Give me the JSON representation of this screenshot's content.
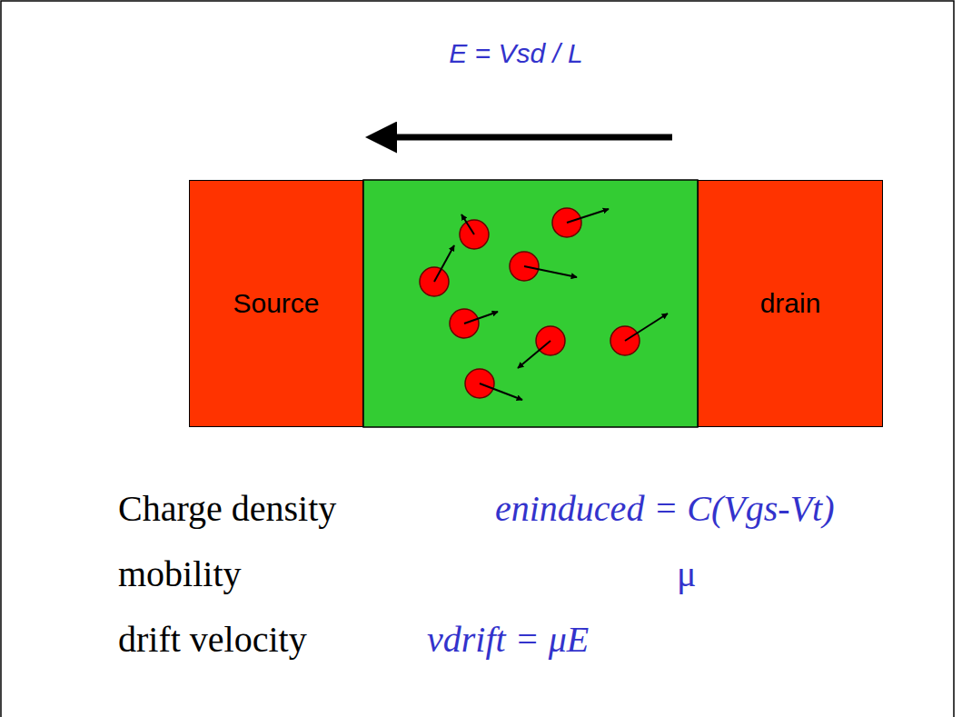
{
  "diagram": {
    "nodes": [
      {
        "text": [
          "Source"
        ]
      },
      {
        "text": [
          "drain"
        ]
      }
    ],
    "labels": [
      "E = Vsd / L",
      "Charge density",
      "eninduced = C(Vgs-Vt)",
      "mobility",
      "μ",
      "drift velocity",
      "vdrift = μE"
    ]
  }
}
